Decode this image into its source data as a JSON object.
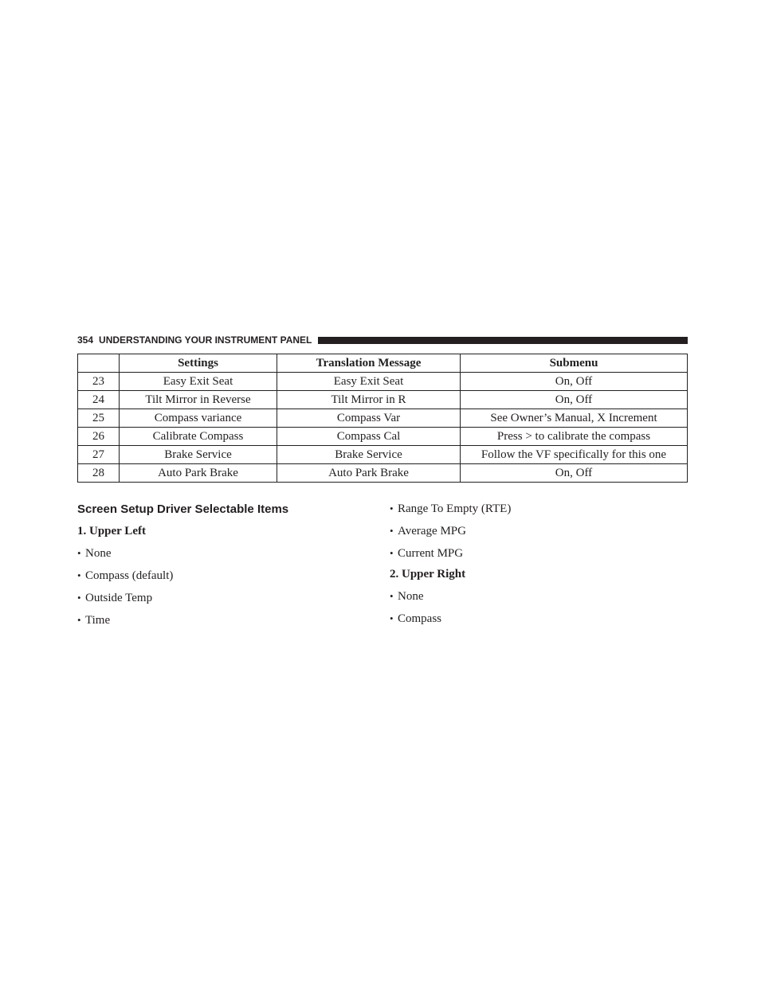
{
  "header": {
    "page_number": "354",
    "section_title": "UNDERSTANDING YOUR INSTRUMENT PANEL"
  },
  "table": {
    "columns": [
      "",
      "Settings",
      "Translation Message",
      "Submenu"
    ],
    "rows": [
      {
        "num": "23",
        "setting": "Easy Exit Seat",
        "message": "Easy Exit Seat",
        "submenu": "On, Off"
      },
      {
        "num": "24",
        "setting": "Tilt Mirror in Reverse",
        "message": "Tilt Mirror in R",
        "submenu": "On, Off"
      },
      {
        "num": "25",
        "setting": "Compass variance",
        "message": "Compass Var",
        "submenu": "See Owner’s Manual, X Increment"
      },
      {
        "num": "26",
        "setting": "Calibrate Compass",
        "message": "Compass Cal",
        "submenu": "Press > to calibrate the compass"
      },
      {
        "num": "27",
        "setting": "Brake Service",
        "message": "Brake Service",
        "submenu": "Follow the VF specifically for this one"
      },
      {
        "num": "28",
        "setting": "Auto Park Brake",
        "message": "Auto Park Brake",
        "submenu": "On, Off"
      }
    ]
  },
  "screen_setup": {
    "title": "Screen Setup Driver Selectable Items",
    "upper_left": {
      "heading": "1. Upper Left",
      "items": [
        "None",
        "Compass (default)",
        "Outside Temp",
        "Time",
        "Range To Empty (RTE)",
        "Average MPG",
        "Current MPG"
      ]
    },
    "upper_right": {
      "heading": "2. Upper Right",
      "items": [
        "None",
        "Compass"
      ]
    }
  }
}
